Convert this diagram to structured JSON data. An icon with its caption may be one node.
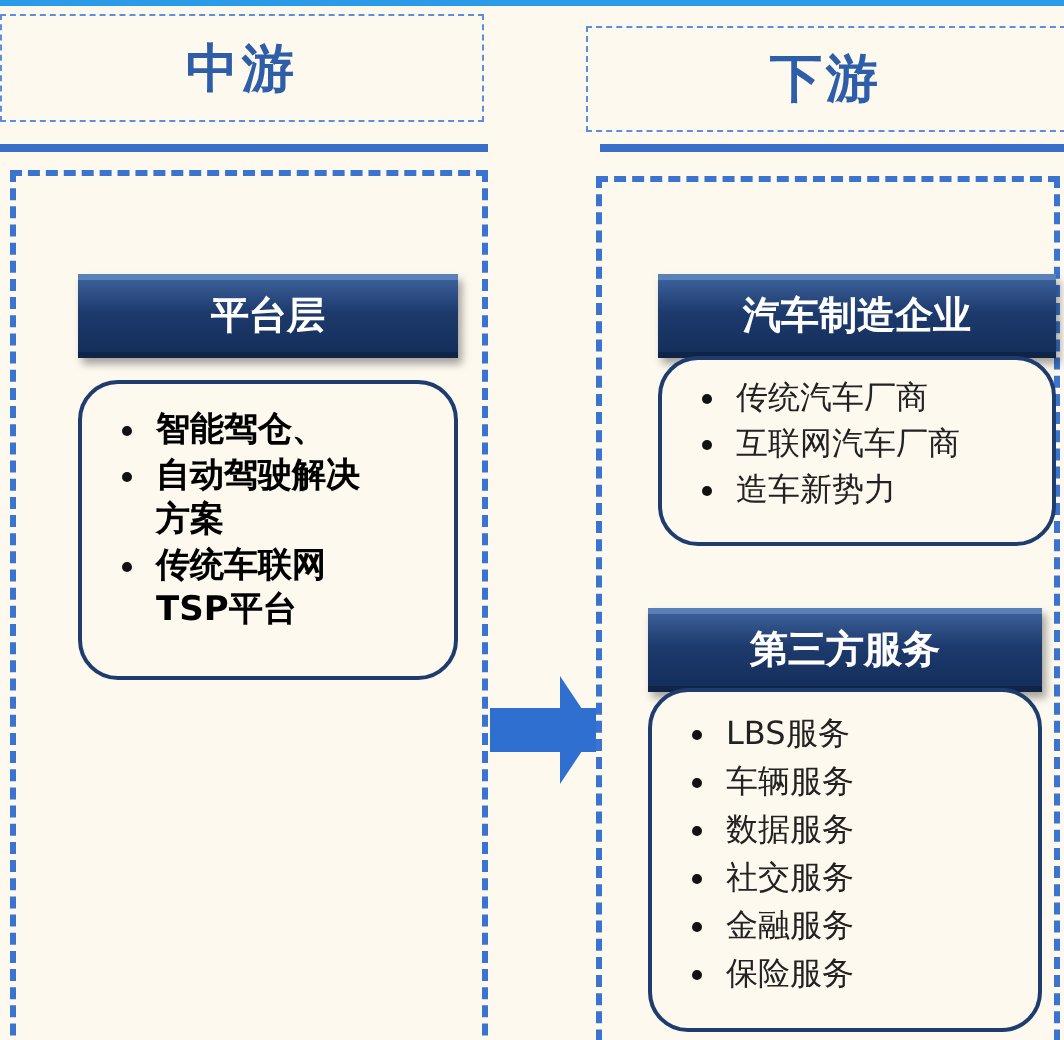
{
  "diagram": {
    "nodes": [
      {
        "text": [
          "中游"
        ]
      },
      {
        "text": [
          "下游"
        ]
      },
      {
        "text": [],
        "shape": "box"
      },
      {
        "text": [
          "平台层"
        ],
        "in": 2
      },
      {
        "text": [
          "智能驾仓、",
          "自动驾驶解决方案",
          "传统车联网TSP平台"
        ],
        "in": 2
      },
      {
        "text": [],
        "shape": "box"
      },
      {
        "text": [
          "汽车制造企业"
        ],
        "in": 5
      },
      {
        "text": [
          "传统汽车厂商",
          "互联网汽车厂商",
          "造车新势力"
        ],
        "in": 5
      },
      {
        "text": [
          "第三方服务"
        ],
        "in": 5
      },
      {
        "text": [
          "LBS服务",
          "车辆服务",
          "数据服务",
          "社交服务",
          "金融服务",
          "保险服务"
        ],
        "in": 5
      }
    ],
    "edges": [
      {
        "from": 2,
        "to": 5,
        "arrow": "to"
      }
    ]
  }
}
